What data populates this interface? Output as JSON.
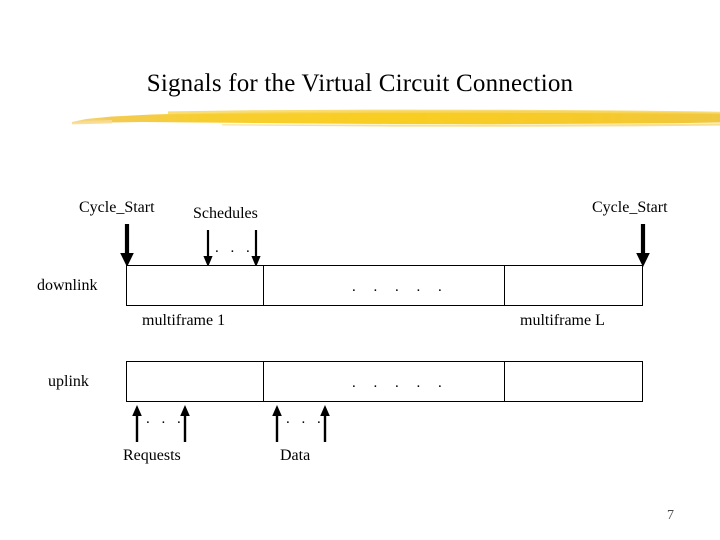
{
  "slide": {
    "title": "Signals for the Virtual Circuit Connection",
    "page_number": "7",
    "accent_color": "#F5C518"
  },
  "diagram": {
    "signals": {
      "cycle_start_left": "Cycle_Start",
      "schedules": "Schedules",
      "cycle_start_right": "Cycle_Start",
      "requests": "Requests",
      "data": "Data"
    },
    "rows": [
      {
        "label": "downlink",
        "cells": [
          {
            "name": "multiframe-1",
            "caption": "multiframe 1",
            "content": ""
          },
          {
            "name": "multiframe-middle",
            "caption": "",
            "content": ". . . . ."
          },
          {
            "name": "multiframe-L",
            "caption": "multiframe L",
            "content": ""
          }
        ]
      },
      {
        "label": "uplink",
        "cells": [
          {
            "name": "uplink-first",
            "caption": "",
            "content": ""
          },
          {
            "name": "uplink-middle",
            "caption": "",
            "content": ". . . . ."
          },
          {
            "name": "uplink-last",
            "caption": "",
            "content": ""
          }
        ]
      }
    ],
    "ellipsis": {
      "schedules_gap": ". . .",
      "requests_gap": ". . .",
      "data_gap": ". . ."
    }
  }
}
